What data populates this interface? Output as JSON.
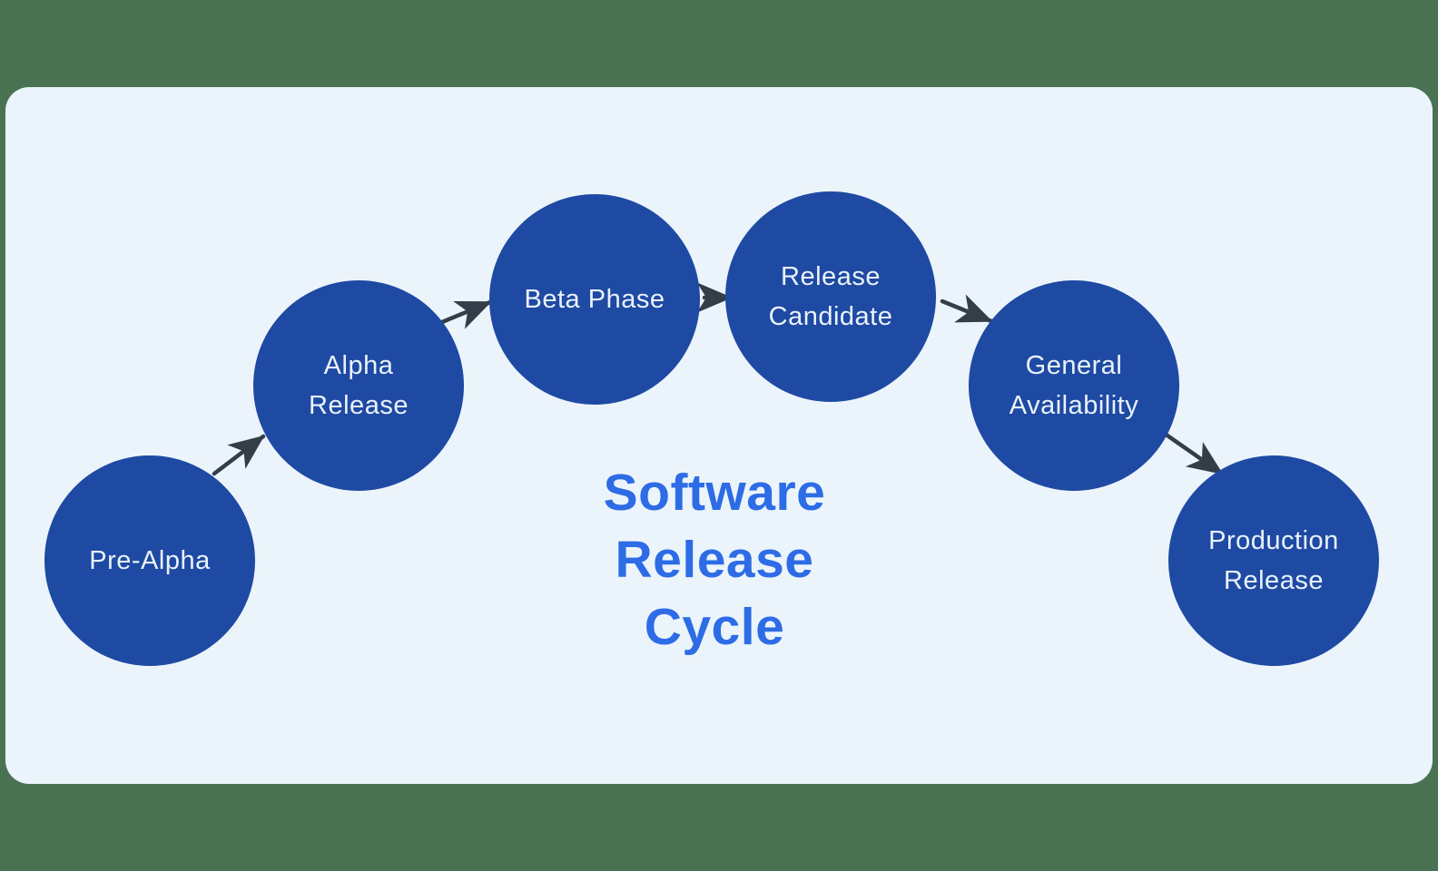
{
  "title": {
    "text": "Software Release Cycle",
    "lines": [
      "Software",
      "Release",
      "Cycle"
    ]
  },
  "stages": [
    {
      "label": "Pre-Alpha",
      "lines": [
        "Pre-Alpha"
      ]
    },
    {
      "label": "Alpha Release",
      "lines": [
        "Alpha",
        "Release"
      ]
    },
    {
      "label": "Beta Phase",
      "lines": [
        "Beta Phase"
      ]
    },
    {
      "label": "Release Candidate",
      "lines": [
        "Release",
        "Candidate"
      ]
    },
    {
      "label": "General Availability",
      "lines": [
        "General",
        "Availability"
      ]
    },
    {
      "label": "Production Release",
      "lines": [
        "Production",
        "Release"
      ]
    }
  ],
  "arrows": [
    {
      "from": "Pre-Alpha",
      "to": "Alpha Release"
    },
    {
      "from": "Alpha Release",
      "to": "Beta Phase"
    },
    {
      "from": "Beta Phase",
      "to": "Release Candidate"
    },
    {
      "from": "Release Candidate",
      "to": "General Availability"
    },
    {
      "from": "General Availability",
      "to": "Production Release"
    }
  ],
  "colors": {
    "page_background": "#497253",
    "card_background": "#ecf4fb",
    "node_fill": "#1e4aa3",
    "node_text": "#eaf2fb",
    "title_text": "#2d6ce6",
    "arrow": "#333e49"
  }
}
